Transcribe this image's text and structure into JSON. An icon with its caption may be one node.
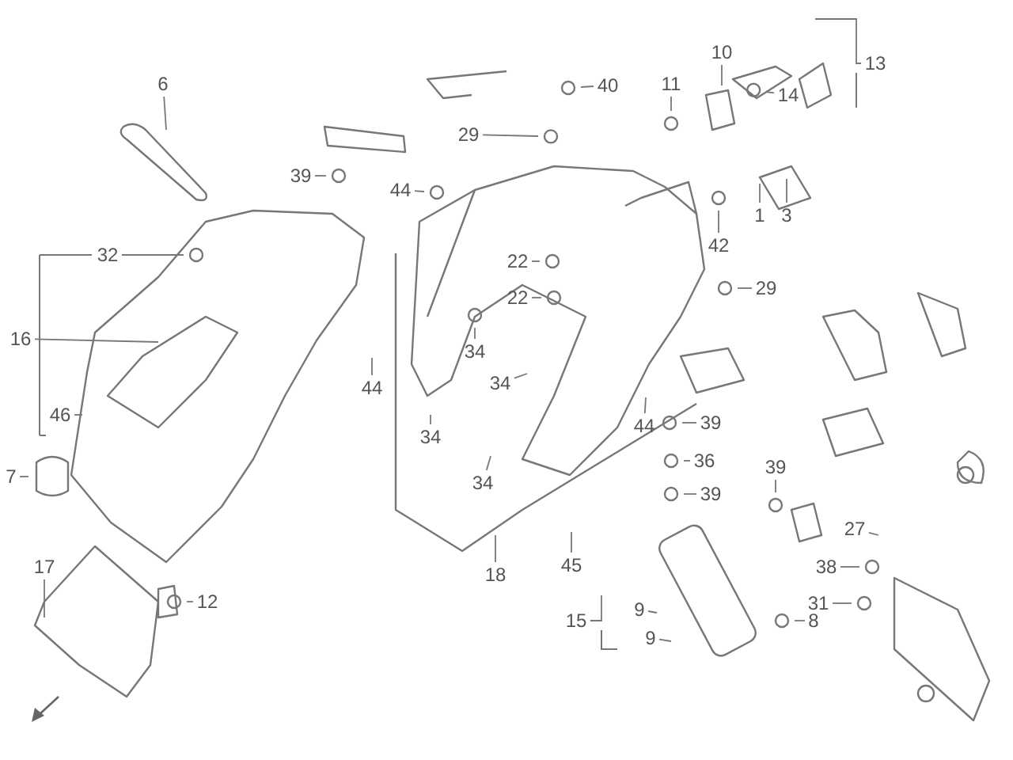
{
  "diagram": {
    "nodes": [
      {
        "text": [
          "6"
        ]
      },
      {
        "text": [
          "13"
        ]
      },
      {
        "text": [
          "10"
        ]
      },
      {
        "text": [
          "11"
        ]
      },
      {
        "text": [
          "40"
        ]
      },
      {
        "text": [
          "14"
        ]
      },
      {
        "text": [
          "29"
        ]
      },
      {
        "text": [
          "39"
        ]
      },
      {
        "text": [
          "44"
        ]
      },
      {
        "text": [
          "32"
        ]
      },
      {
        "text": [
          "1"
        ]
      },
      {
        "text": [
          "3"
        ]
      },
      {
        "text": [
          "42"
        ]
      },
      {
        "text": [
          "29"
        ]
      },
      {
        "text": [
          "22"
        ]
      },
      {
        "text": [
          "22"
        ]
      },
      {
        "text": [
          "16"
        ]
      },
      {
        "text": [
          "34"
        ]
      },
      {
        "text": [
          "44"
        ]
      },
      {
        "text": [
          "34"
        ]
      },
      {
        "text": [
          "46"
        ]
      },
      {
        "text": [
          "34"
        ]
      },
      {
        "text": [
          "44"
        ]
      },
      {
        "text": [
          "39"
        ]
      },
      {
        "text": [
          "34"
        ]
      },
      {
        "text": [
          "36"
        ]
      },
      {
        "text": [
          "7"
        ]
      },
      {
        "text": [
          "39"
        ]
      },
      {
        "text": [
          "39"
        ]
      },
      {
        "text": [
          "18"
        ]
      },
      {
        "text": [
          "27"
        ]
      },
      {
        "text": [
          "45"
        ]
      },
      {
        "text": [
          "12"
        ]
      },
      {
        "text": [
          "17"
        ]
      },
      {
        "text": [
          "38"
        ]
      },
      {
        "text": [
          "31"
        ]
      },
      {
        "text": [
          "15"
        ]
      },
      {
        "text": [
          "9"
        ]
      },
      {
        "text": [
          "9"
        ]
      },
      {
        "text": [
          "8"
        ]
      }
    ],
    "edges": [
      {
        "from": 0,
        "to": null,
        "arrow": "none"
      },
      {
        "from": 1,
        "to": null,
        "arrow": "none"
      },
      {
        "from": 2,
        "to": null,
        "arrow": "none"
      },
      {
        "from": 3,
        "to": null,
        "arrow": "none"
      },
      {
        "from": 4,
        "to": null,
        "arrow": "none"
      },
      {
        "from": 5,
        "to": null,
        "arrow": "none"
      },
      {
        "from": 6,
        "to": null,
        "arrow": "none"
      },
      {
        "from": 7,
        "to": null,
        "arrow": "none"
      },
      {
        "from": 8,
        "to": null,
        "arrow": "none"
      },
      {
        "from": 9,
        "to": null,
        "arrow": "none"
      },
      {
        "from": 10,
        "to": null,
        "arrow": "none"
      },
      {
        "from": 11,
        "to": null,
        "arrow": "none"
      },
      {
        "from": 12,
        "to": null,
        "arrow": "none"
      },
      {
        "from": 13,
        "to": null,
        "arrow": "none"
      },
      {
        "from": 14,
        "to": null,
        "arrow": "none"
      },
      {
        "from": 15,
        "to": null,
        "arrow": "none"
      },
      {
        "from": 16,
        "to": null,
        "arrow": "none"
      },
      {
        "from": 17,
        "to": null,
        "arrow": "none"
      },
      {
        "from": 18,
        "to": null,
        "arrow": "none"
      },
      {
        "from": 19,
        "to": null,
        "arrow": "none"
      },
      {
        "from": 20,
        "to": null,
        "arrow": "none"
      },
      {
        "from": 21,
        "to": null,
        "arrow": "none"
      },
      {
        "from": 22,
        "to": null,
        "arrow": "none"
      },
      {
        "from": 23,
        "to": null,
        "arrow": "none"
      },
      {
        "from": 24,
        "to": null,
        "arrow": "none"
      },
      {
        "from": 25,
        "to": null,
        "arrow": "none"
      },
      {
        "from": 26,
        "to": null,
        "arrow": "none"
      },
      {
        "from": 27,
        "to": null,
        "arrow": "none"
      },
      {
        "from": 28,
        "to": null,
        "arrow": "none"
      },
      {
        "from": 29,
        "to": null,
        "arrow": "none"
      },
      {
        "from": 30,
        "to": null,
        "arrow": "none"
      },
      {
        "from": 31,
        "to": null,
        "arrow": "none"
      },
      {
        "from": 32,
        "to": null,
        "arrow": "none"
      },
      {
        "from": 33,
        "to": null,
        "arrow": "none"
      },
      {
        "from": 34,
        "to": null,
        "arrow": "none"
      },
      {
        "from": 35,
        "to": null,
        "arrow": "none"
      },
      {
        "from": 36,
        "to": null,
        "arrow": "none"
      },
      {
        "from": 37,
        "to": null,
        "arrow": "none"
      },
      {
        "from": 38,
        "to": null,
        "arrow": "none"
      },
      {
        "from": 39,
        "to": null,
        "arrow": "none"
      }
    ]
  }
}
